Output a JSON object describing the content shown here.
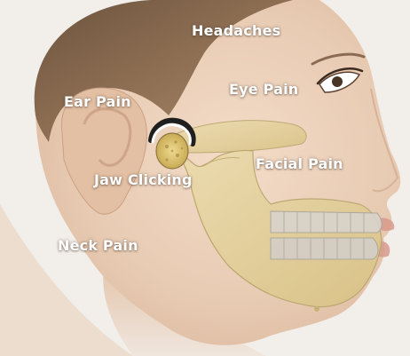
{
  "labels": {
    "headaches": "Headaches",
    "eye_pain": "Eye Pain",
    "ear_pain": "Ear Pain",
    "facial_pain": "Facial Pain",
    "jaw_clicking": "Jaw Clicking",
    "neck_pain": "Neck Pain"
  },
  "colors": {
    "background": "#f2eee9",
    "skin": "#e9cdb6",
    "hair": "#8a6a4e",
    "bone": "#e5d29d",
    "bone_outline": "#b9a46c",
    "label_text": "#ffffff"
  }
}
